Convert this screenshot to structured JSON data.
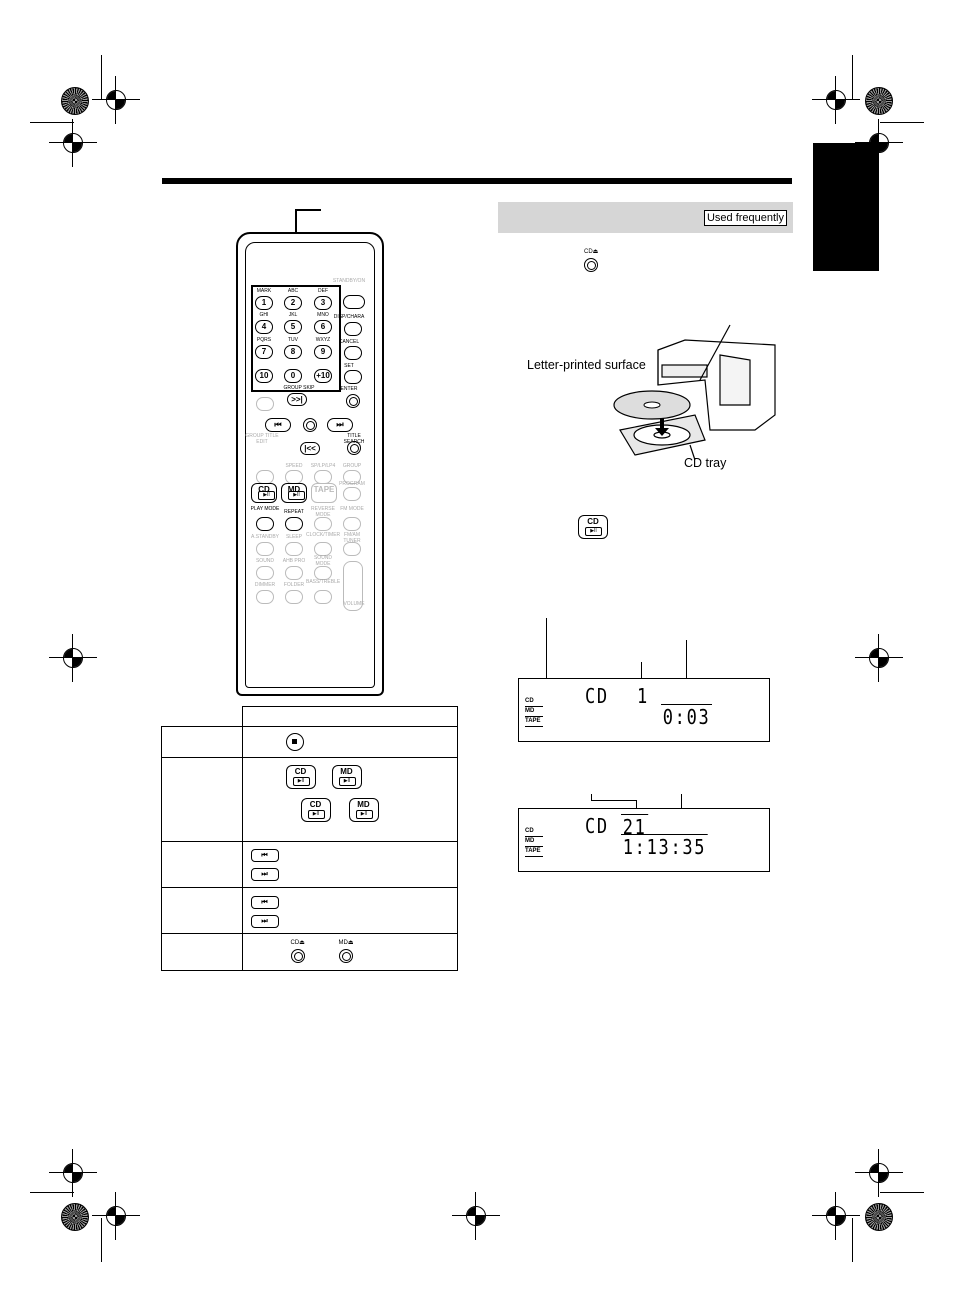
{
  "banner": {
    "badge_label": "Used frequently"
  },
  "remote": {
    "keys": [
      {
        "label": "MARK",
        "num": "1"
      },
      {
        "label": "ABC",
        "num": "2"
      },
      {
        "label": "DEF",
        "num": "3"
      },
      {
        "label": "GHI",
        "num": "4"
      },
      {
        "label": "JKL",
        "num": "5"
      },
      {
        "label": "MNO",
        "num": "6"
      },
      {
        "label": "PQRS",
        "num": "7"
      },
      {
        "label": "TUV",
        "num": "8"
      },
      {
        "label": "WXYZ",
        "num": "9"
      },
      {
        "label": "",
        "num": "10"
      },
      {
        "label": "",
        "num": "0"
      },
      {
        "label": "",
        "num": "+10"
      }
    ],
    "side_labels": [
      "STANDBY/ON",
      "DISP/CHARA",
      "CANCEL",
      "SET",
      "ENTER",
      "GROUP SKIP",
      "TITLE SEARCH",
      "GROUP TITLE EDIT"
    ],
    "mid_labels": [
      "SPEED",
      "SP/LP/LP4",
      "GROUP",
      "PROGRAM",
      "REVERSE MODE",
      "FM MODE",
      "PLAY MODE",
      "REPEAT",
      "CLOCK/TIMER",
      "FM/AM TUNER",
      "A.STANDBY",
      "SLEEP",
      "SOUND",
      "AHB PRO",
      "SOUND MODE",
      "DIMMER",
      "FOLDER",
      "BASS/TREBLE",
      "VOLUME"
    ],
    "cd_label": "CD",
    "md_label": "MD",
    "tape_label": "TAPE"
  },
  "illustration": {
    "surface_label": "Letter-printed surface",
    "tray_label": "CD tray",
    "cd_eject_label": "CD⏏"
  },
  "display1": {
    "source": "CD",
    "track": "1",
    "time": "0:03",
    "src_items": [
      "CD",
      "MD",
      "TAPE"
    ]
  },
  "display2": {
    "source": "CD",
    "tracks": "21",
    "time": "1:13:35",
    "src_items": [
      "CD",
      "MD",
      "TAPE"
    ]
  },
  "table": {
    "eject_cd": "CD⏏",
    "eject_md": "MD⏏"
  },
  "icons": [
    "registration-mark-icon",
    "starburst-icon",
    "stop-icon",
    "skip-back-icon",
    "skip-forward-icon",
    "play-pause-icon",
    "eject-icon"
  ]
}
